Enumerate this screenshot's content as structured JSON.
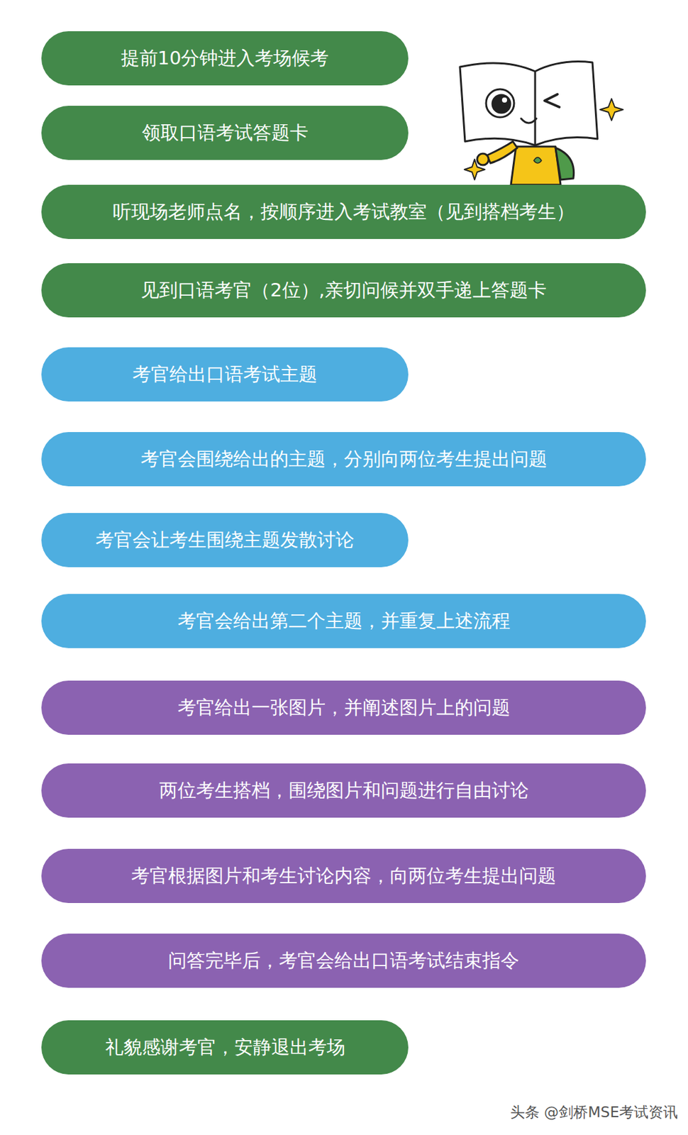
{
  "diagram": {
    "nodes": [
      {
        "text": [
          "提前10分钟进入考场候考"
        ]
      },
      {
        "text": [
          "领取口语考试答题卡"
        ]
      },
      {
        "text": [
          "听现场老师点名，按顺序进入考试教室（见到搭档考生）"
        ]
      },
      {
        "text": [
          "见到口语考官（2位）,亲切问候并双手递上答题卡"
        ]
      },
      {
        "text": [
          "考官给出口语考试主题"
        ]
      },
      {
        "text": [
          "考官会围绕给出的主题，分别向两位考生提出问题"
        ]
      },
      {
        "text": [
          "考官会让考生围绕主题发散讨论"
        ]
      },
      {
        "text": [
          "考官会给出第二个主题，并重复上述流程"
        ]
      },
      {
        "text": [
          "考官给出一张图片，并阐述图片上的问题"
        ]
      },
      {
        "text": [
          "两位考生搭档，围绕图片和问题进行自由讨论"
        ]
      },
      {
        "text": [
          "考官根据图片和考生讨论内容，向两位考生提出问题"
        ]
      },
      {
        "text": [
          "问答完毕后，考官会给出口语考试结束指令"
        ]
      },
      {
        "text": [
          "礼貌感谢考官，安静退出考场"
        ]
      }
    ],
    "labels": [
      "头条 @剑桥MSE考试资讯"
    ]
  }
}
